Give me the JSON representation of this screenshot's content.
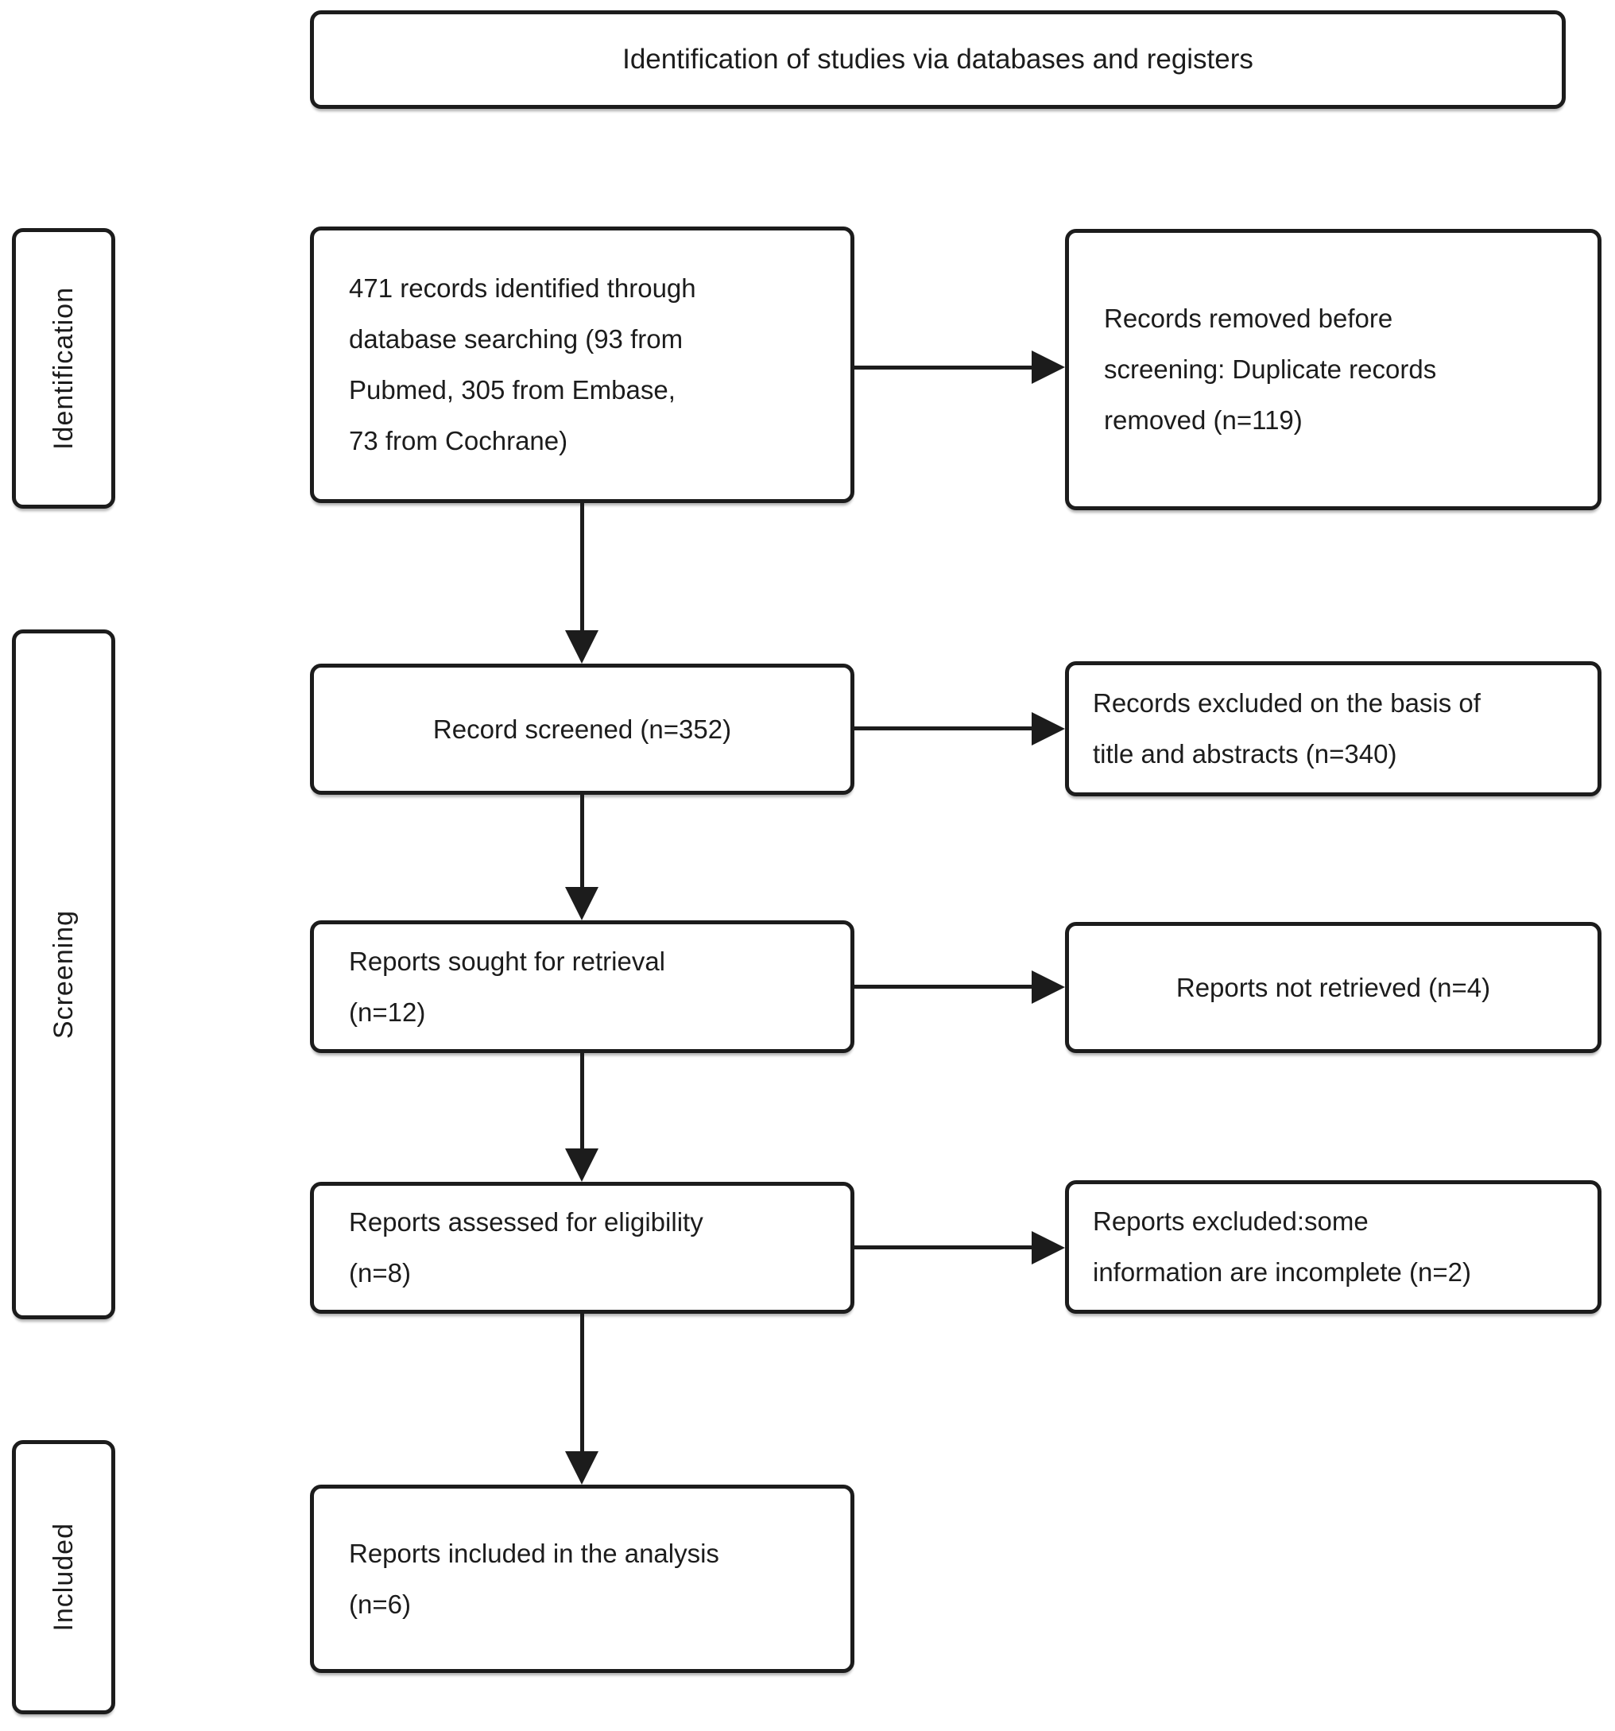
{
  "diagram": {
    "title": "Identification of studies via databases and registers",
    "stages": [
      {
        "label": "Identification"
      },
      {
        "label": "Screening"
      },
      {
        "label": "Included"
      }
    ],
    "flow": [
      {
        "text": "471 records identified through\ndatabase searching (93 from\nPubmed, 305 from Embase,\n73 from Cochrane)"
      },
      {
        "text": "Record screened (n=352)"
      },
      {
        "text": "Reports sought for retrieval\n(n=12)"
      },
      {
        "text": "Reports assessed for eligibility\n(n=8)"
      },
      {
        "text": "Reports included in the analysis\n(n=6)"
      }
    ],
    "exclusions": [
      {
        "text": "Records removed before\nscreening: Duplicate records\nremoved (n=119)"
      },
      {
        "text": "Records excluded on the basis of\ntitle and abstracts (n=340)"
      },
      {
        "text": "Reports not retrieved (n=4)"
      },
      {
        "text": "Reports excluded:some\ninformation are incomplete (n=2)"
      }
    ],
    "colors": {
      "line": "#1c1c1c",
      "background": "#ffffff",
      "box_fill": "#ffffff"
    }
  }
}
